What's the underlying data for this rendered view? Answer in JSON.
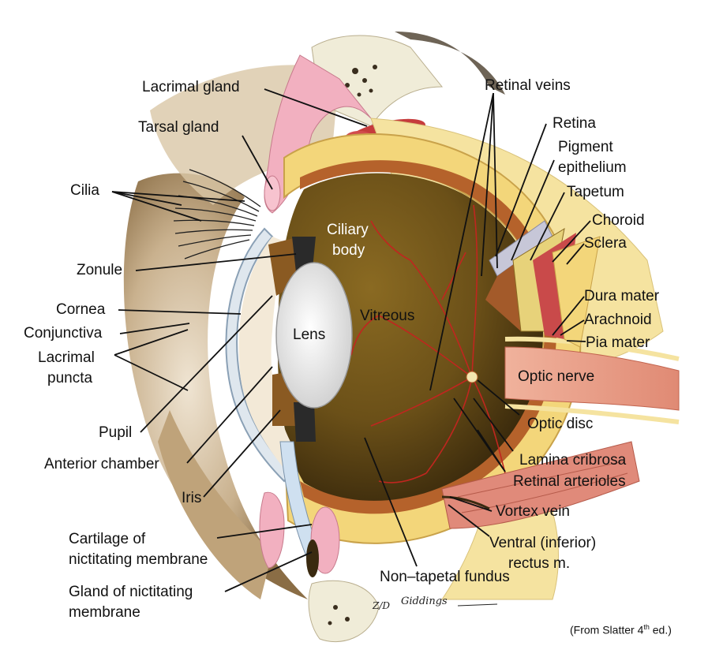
{
  "labels": {
    "lacrimal_gland": "Lacrimal gland",
    "tarsal_gland": "Tarsal gland",
    "cilia": "Cilia",
    "ciliary_body_1": "Ciliary",
    "ciliary_body_2": "body",
    "zonule": "Zonule",
    "cornea": "Cornea",
    "conjunctiva": "Conjunctiva",
    "lacrimal_puncta_1": "Lacrimal",
    "lacrimal_puncta_2": "puncta",
    "lens": "Lens",
    "vitreous": "Vitreous",
    "pupil": "Pupil",
    "anterior_chamber": "Anterior chamber",
    "iris": "Iris",
    "cartilage_1": "Cartilage of",
    "cartilage_2": "nictitating membrane",
    "gland_nict_1": "Gland of nictitating",
    "gland_nict_2": "membrane",
    "retinal_veins": "Retinal veins",
    "retina": "Retina",
    "pigment_1": "Pigment",
    "pigment_2": "epithelium",
    "tapetum": "Tapetum",
    "choroid": "Choroid",
    "sclera": "Sclera",
    "dura_mater": "Dura mater",
    "arachnoid": "Arachnoid",
    "pia_mater": "Pia mater",
    "optic_nerve": "Optic nerve",
    "optic_disc": "Optic disc",
    "lamina_cribrosa": "Lamina cribrosa",
    "retinal_arterioles": "Retinal arterioles",
    "vortex_vein": "Vortex vein",
    "ventral_1": "Ventral (inferior)",
    "ventral_2": "rectus m.",
    "non_tapetal": "Non–tapetal fundus"
  },
  "credit": {
    "before": "(From Slatter 4",
    "sup": "th",
    "after": " ed.)"
  },
  "signature": "Giddings",
  "colors": {
    "skin": "#c9b18e",
    "sclera": "#f3d67a",
    "choroid": "#b5622b",
    "vitreous_dark": "#3a2a10",
    "vitreous_gold": "#8a6a22",
    "lens": "#e6e6e6",
    "optic_nerve": "#e9a08a",
    "gland_pink": "#f2b0c0",
    "lacrimal_red": "#c63c3c",
    "bone": "#f0ecd8",
    "fat": "#f5e3a0",
    "vessel": "#c0261f"
  }
}
